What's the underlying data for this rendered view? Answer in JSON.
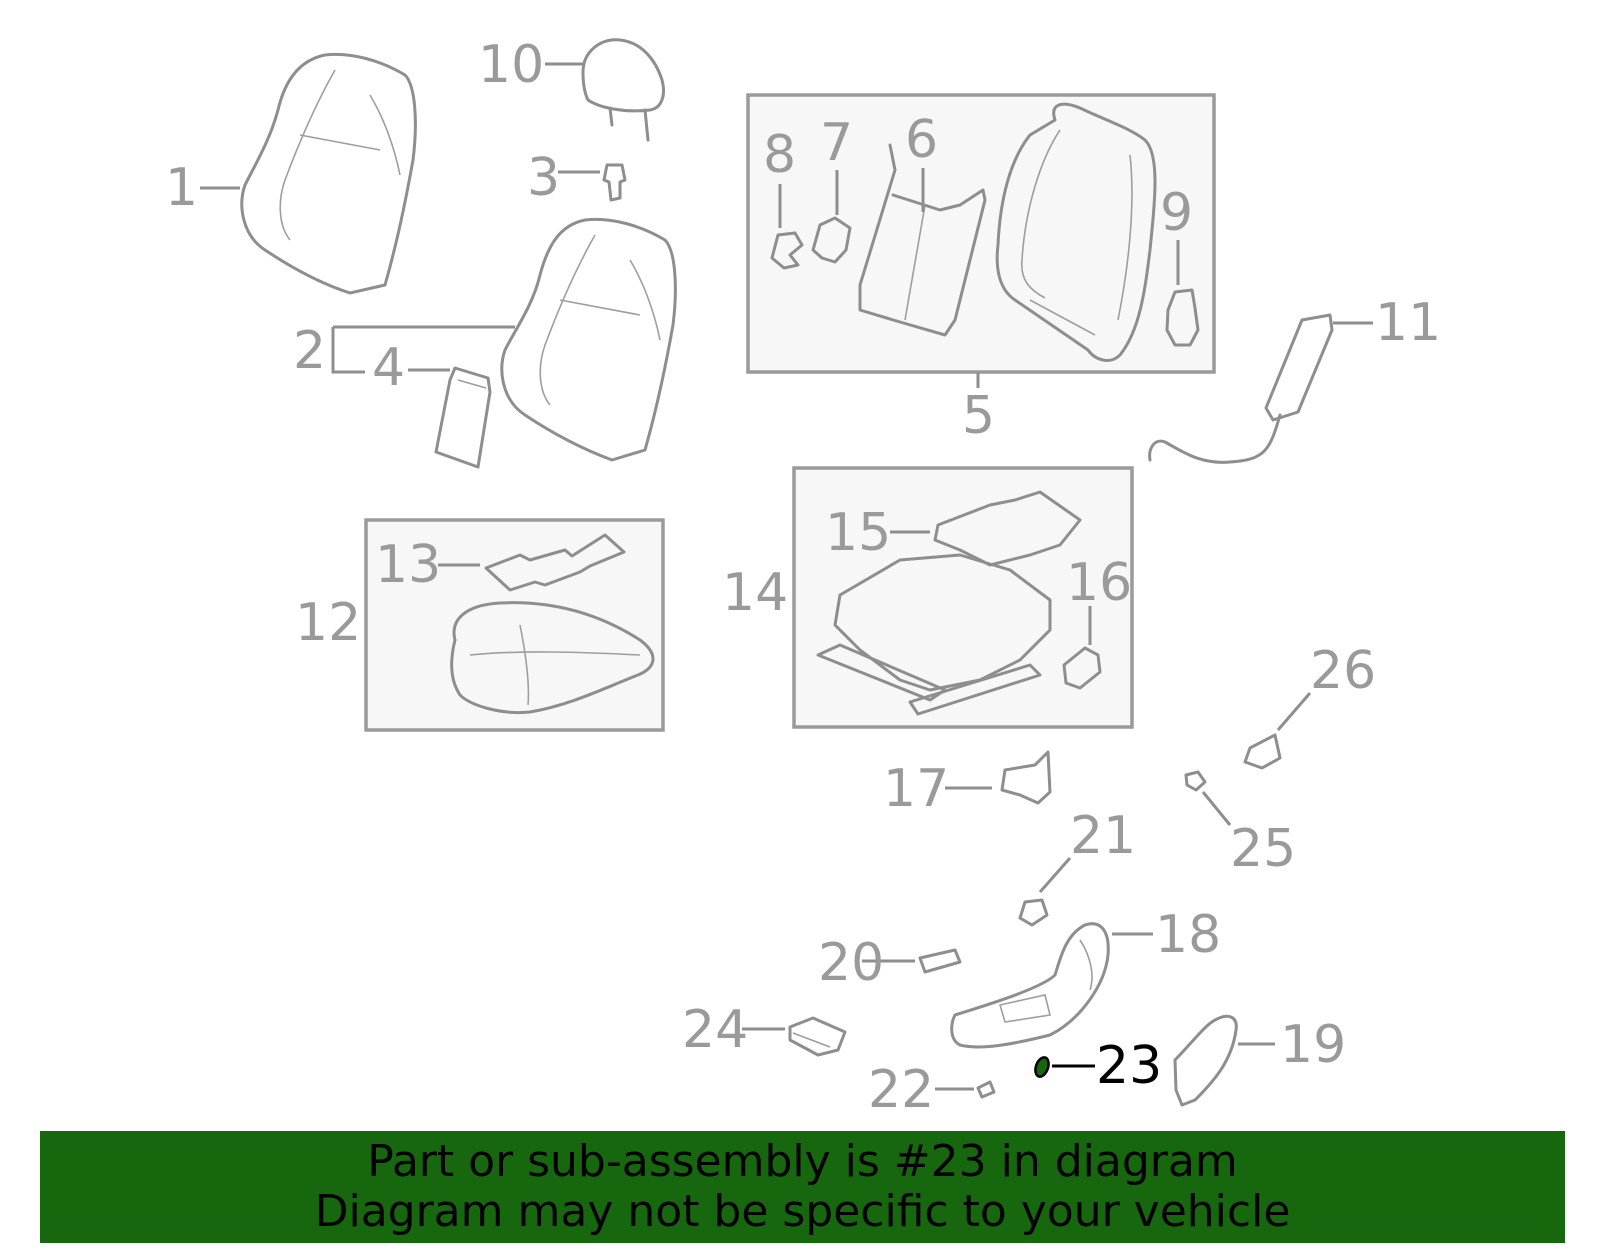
{
  "diagram": {
    "callouts": [
      "1",
      "2",
      "3",
      "4",
      "5",
      "6",
      "7",
      "8",
      "9",
      "10",
      "11",
      "12",
      "13",
      "14",
      "15",
      "16",
      "17",
      "18",
      "19",
      "20",
      "21",
      "22",
      "23",
      "24",
      "25",
      "26"
    ],
    "highlighted_callout": "23",
    "highlight_color": "#000000",
    "callout_color": "#9a9a9a"
  },
  "banner": {
    "line1": "Part or sub-assembly is #23 in diagram",
    "line2": "Diagram may not be specific to your vehicle",
    "background": "#17670f"
  }
}
